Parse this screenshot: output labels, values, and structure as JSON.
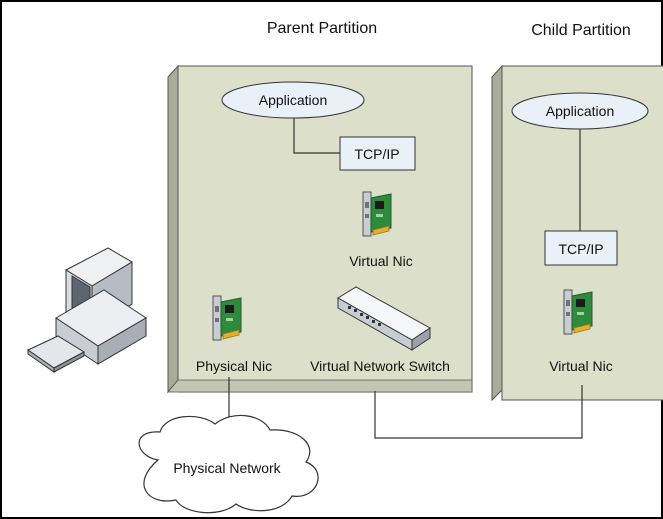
{
  "diagram": {
    "parent_partition": {
      "title": "Parent Partition",
      "application": "Application",
      "tcpip": "TCP/IP",
      "virtual_nic": "Virtual Nic",
      "physical_nic": "Physical Nic",
      "virtual_switch": "Virtual Network Switch"
    },
    "child_partition": {
      "title": "Child Partition",
      "application": "Application",
      "tcpip": "TCP/IP",
      "virtual_nic": "Virtual Nic"
    },
    "physical_network": "Physical Network"
  },
  "colors": {
    "partition_face": "#dcdfca",
    "partition_side": "#a9ac98",
    "shape_fill": "#eaf0f8",
    "line": "#333333",
    "nic_board": "#2e8b3e"
  },
  "icons": [
    "computer-icon",
    "network-card-icon",
    "network-switch-icon",
    "cloud-icon"
  ]
}
